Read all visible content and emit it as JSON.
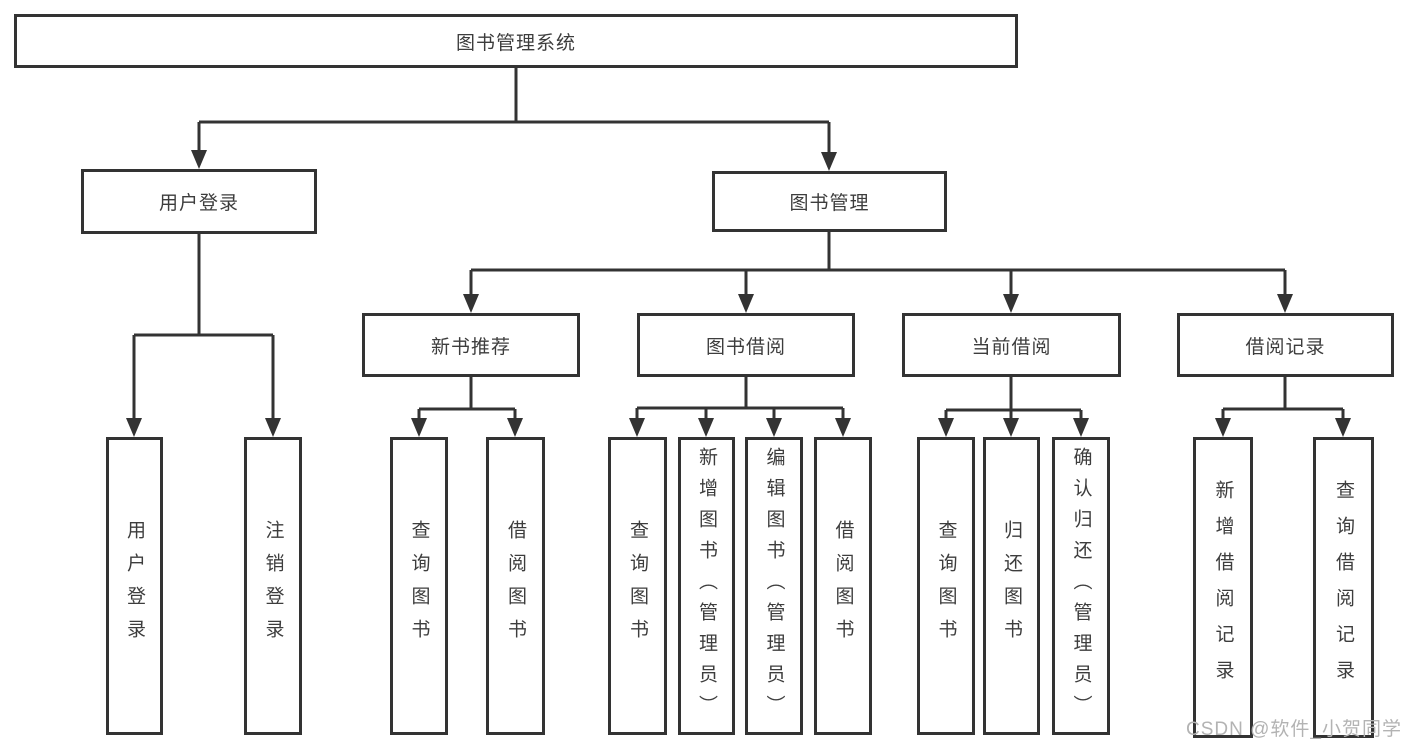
{
  "diagram": {
    "type": "hierarchy-tree",
    "root": {
      "label": "图书管理系统",
      "children": [
        {
          "label": "用户登录",
          "children": [
            {
              "label": "用户登录"
            },
            {
              "label": "注销登录"
            }
          ]
        },
        {
          "label": "图书管理",
          "children": [
            {
              "label": "新书推荐",
              "children": [
                {
                  "label": "查询图书"
                },
                {
                  "label": "借阅图书"
                }
              ]
            },
            {
              "label": "图书借阅",
              "children": [
                {
                  "label": "查询图书"
                },
                {
                  "label": "新增图书（管理员）"
                },
                {
                  "label": "编辑图书（管理员）"
                },
                {
                  "label": "借阅图书"
                }
              ]
            },
            {
              "label": "当前借阅",
              "children": [
                {
                  "label": "查询图书"
                },
                {
                  "label": "归还图书"
                },
                {
                  "label": "确认归还（管理员）"
                }
              ]
            },
            {
              "label": "借阅记录",
              "children": [
                {
                  "label": "新增借阅记录"
                },
                {
                  "label": "查询借阅记录"
                }
              ]
            }
          ]
        }
      ]
    }
  },
  "watermark": "CSDN @软件_小贺同学",
  "colors": {
    "line": "#333333",
    "box_border": "#333333",
    "text": "#3d3d3d",
    "watermark": "#b3b3b3",
    "background": "#ffffff"
  }
}
